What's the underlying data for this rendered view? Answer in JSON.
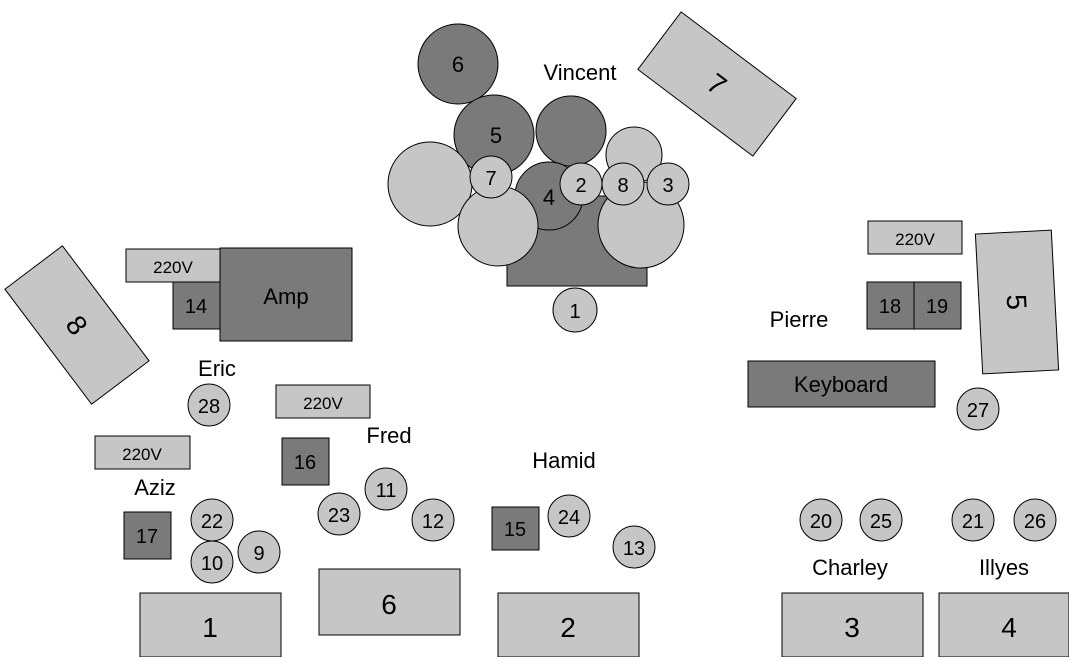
{
  "colors": {
    "dark": "#7a7a7a",
    "light": "#c6c6c6",
    "outline": "#000000",
    "background": "#ffffff"
  },
  "names": {
    "vincent": "Vincent",
    "pierre": "Pierre",
    "eric": "Eric",
    "fred": "Fred",
    "hamid": "Hamid",
    "aziz": "Aziz",
    "charley": "Charley",
    "illyes": "Illyes"
  },
  "equipment": {
    "amp": "Amp",
    "keyboard": "Keyboard",
    "power_1": "220V",
    "power_2": "220V",
    "power_3": "220V",
    "power_4": "220V"
  },
  "wedges": [
    "1",
    "2",
    "3",
    "4",
    "5",
    "6",
    "7",
    "8"
  ],
  "drum_numbers": [
    "1",
    "2",
    "3",
    "4",
    "5",
    "6",
    "7",
    "8"
  ],
  "inputs": {
    "i9": "9",
    "i10": "10",
    "i11": "11",
    "i12": "12",
    "i13": "13",
    "i14": "14",
    "i15": "15",
    "i16": "16",
    "i17": "17",
    "i18": "18",
    "i19": "19",
    "i20": "20",
    "i21": "21",
    "i22": "22",
    "i23": "23",
    "i24": "24",
    "i25": "25",
    "i26": "26",
    "i27": "27",
    "i28": "28"
  }
}
